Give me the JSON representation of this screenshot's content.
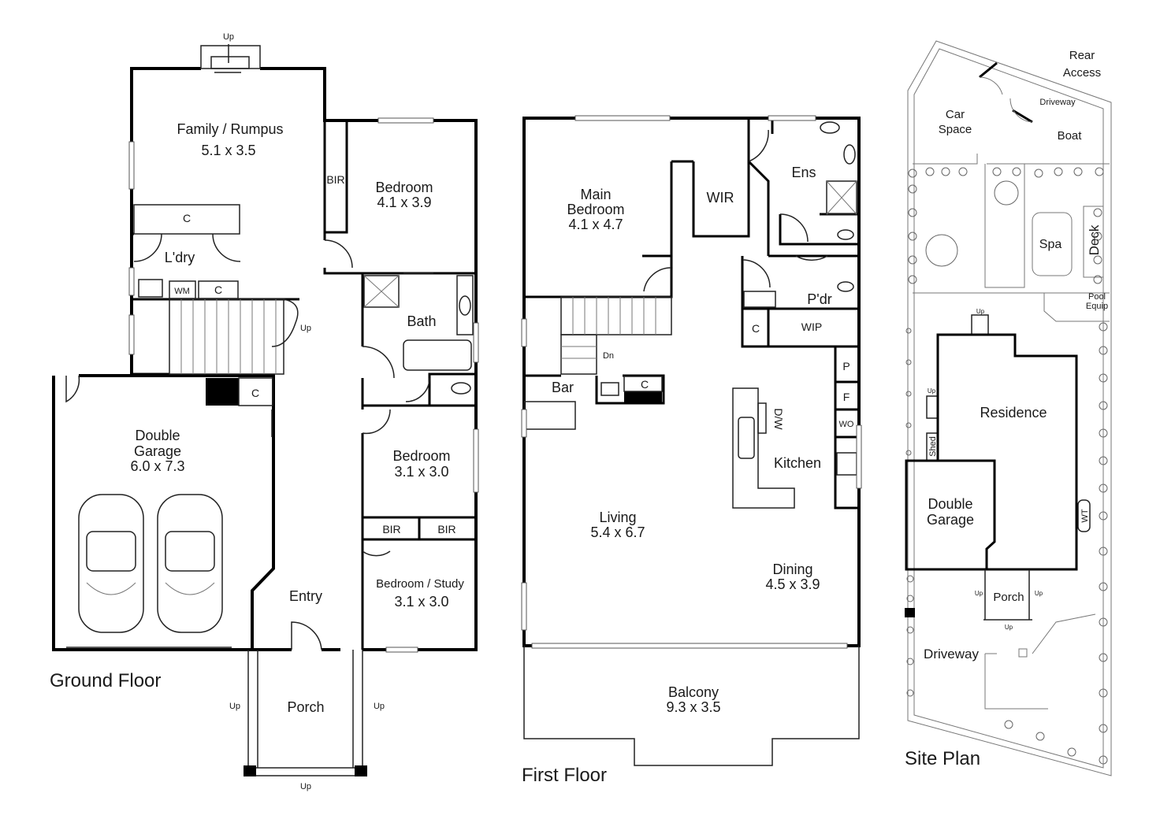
{
  "ground_floor": {
    "title": "Ground Floor",
    "rooms": {
      "family": {
        "name": "Family / Rumpus",
        "dims": "5.1 x 3.5"
      },
      "bedroom1": {
        "name": "Bedroom",
        "dims": "4.1 x 3.9"
      },
      "bir_top": "BIR",
      "closet_c": "C",
      "laundry": "L'dry",
      "wm": "WM",
      "laundry_c": "C",
      "stairs_up": "Up",
      "bath": "Bath",
      "garage_c": "C",
      "garage": {
        "name1": "Double",
        "name2": "Garage",
        "dims": "6.0 x 7.3"
      },
      "bedroom2": {
        "name": "Bedroom",
        "dims": "3.1 x 3.0"
      },
      "bir_left": "BIR",
      "bir_right": "BIR",
      "study": {
        "name": "Bedroom / Study",
        "dims": "3.1 x 3.0"
      },
      "entry": "Entry",
      "porch": "Porch",
      "up_top": "Up",
      "up_left": "Up",
      "up_right": "Up",
      "up_bottom": "Up"
    }
  },
  "first_floor": {
    "title": "First Floor",
    "rooms": {
      "main_bedroom": {
        "name1": "Main",
        "name2": "Bedroom",
        "dims": "4.1 x 4.7"
      },
      "wir": "WIR",
      "ens": "Ens",
      "pdr": "P'dr",
      "c": "C",
      "wip": "WIP",
      "p": "P",
      "f": "F",
      "wo": "WO",
      "dw": "D/W",
      "kitchen": "Kitchen",
      "bar": "Bar",
      "bar_c": "C",
      "stairs_dn": "Dn",
      "living": {
        "name": "Living",
        "dims": "5.4 x 6.7"
      },
      "dining": {
        "name": "Dining",
        "dims": "4.5 x 3.9"
      },
      "balcony": {
        "name": "Balcony",
        "dims": "9.3 x 3.5"
      }
    }
  },
  "site_plan": {
    "title": "Site Plan",
    "labels": {
      "rear_access1": "Rear",
      "rear_access2": "Access",
      "car_space1": "Car",
      "car_space2": "Space",
      "driveway_top": "Driveway",
      "boat": "Boat",
      "spa": "Spa",
      "deck": "Deck",
      "pool_equip1": "Pool",
      "pool_equip2": "Equip",
      "residence": "Residence",
      "shed": "Shed",
      "garage1": "Double",
      "garage2": "Garage",
      "wt": "WT",
      "porch": "Porch",
      "driveway": "Driveway",
      "up_top": "Up",
      "up_side": "Up",
      "up_left": "Up",
      "up_right": "Up",
      "up_bottom": "Up"
    }
  }
}
